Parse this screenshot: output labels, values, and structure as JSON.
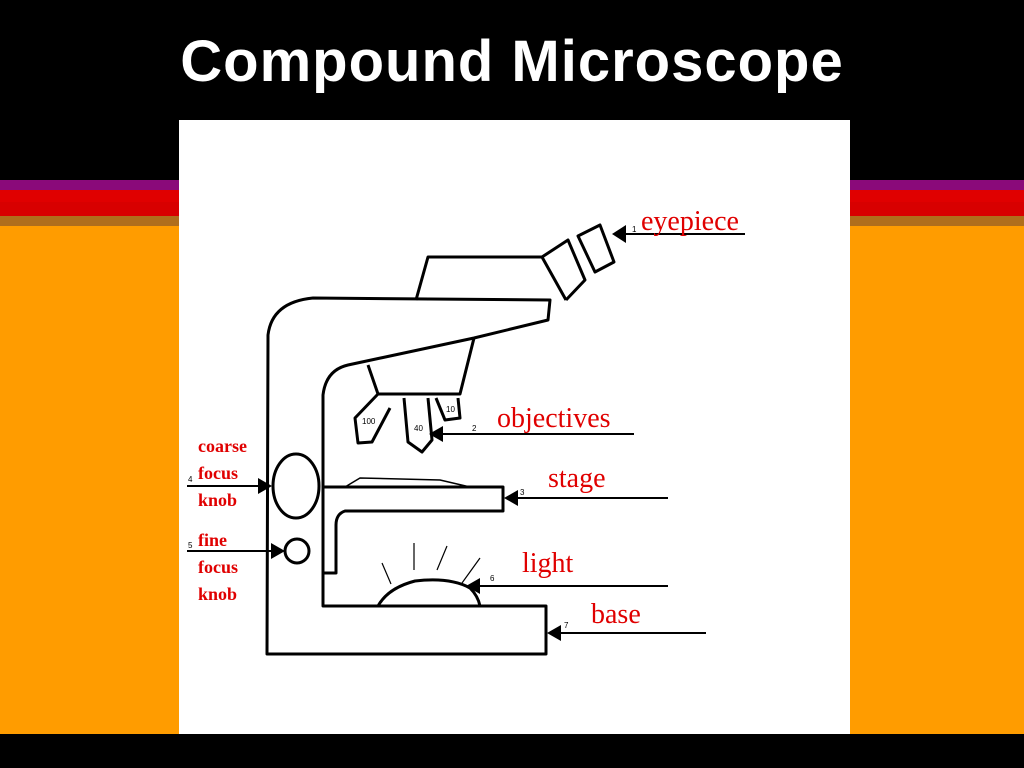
{
  "slide": {
    "title": "Compound Microscope"
  },
  "diagram": {
    "labels": {
      "eyepiece": "eyepiece",
      "objectives": "objectives",
      "stage": "stage",
      "light": "light",
      "base": "base",
      "coarse_focus_knob": [
        "coarse",
        "focus",
        "knob"
      ],
      "fine_focus_knob": [
        "fine",
        "focus",
        "knob"
      ]
    },
    "objective_marks": [
      "100",
      "40",
      "10"
    ],
    "pointer_numbers": [
      "1",
      "2",
      "3",
      "4",
      "5",
      "6",
      "7"
    ]
  },
  "colors": {
    "label_red": "#e00000",
    "background_orange": "#ff9c00",
    "stripe_purple": "#8a0a7a",
    "stripe_red": "#e00000"
  }
}
